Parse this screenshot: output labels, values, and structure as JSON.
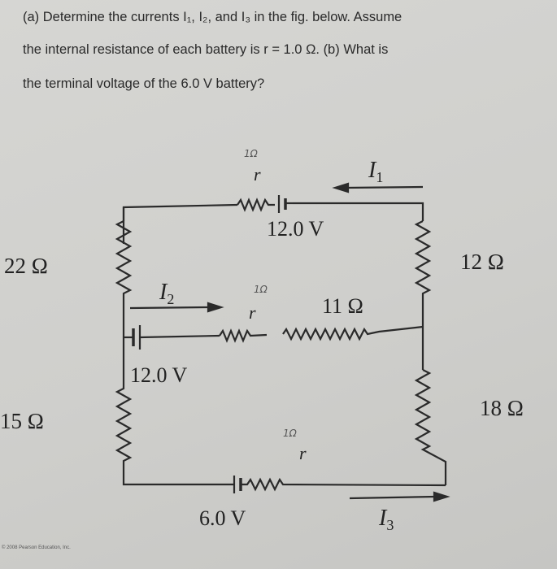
{
  "question": {
    "line1": "(a) Determine the currents I₁, I₂, and I₃ in the fig. below.   Assume",
    "line2": "the internal resistance of each battery is r = 1.0 Ω.   (b) What is",
    "line3": "the terminal voltage of the 6.0 V battery?"
  },
  "circuit": {
    "top_battery": "12.0 V",
    "middle_battery": "12.0 V",
    "bottom_battery": "6.0 V",
    "r_label": "r",
    "handwritten_r_value": "1Ω",
    "resistors": {
      "left_top": "22 Ω",
      "left_bottom": "15 Ω",
      "right_top": "12 Ω",
      "right_bottom": "18 Ω",
      "middle": "11 Ω"
    },
    "currents": {
      "i1": "I",
      "i1_sub": "1",
      "i2": "I",
      "i2_sub": "2",
      "i3": "I",
      "i3_sub": "3"
    }
  },
  "credit": "© 2008 Pearson Education, Inc."
}
